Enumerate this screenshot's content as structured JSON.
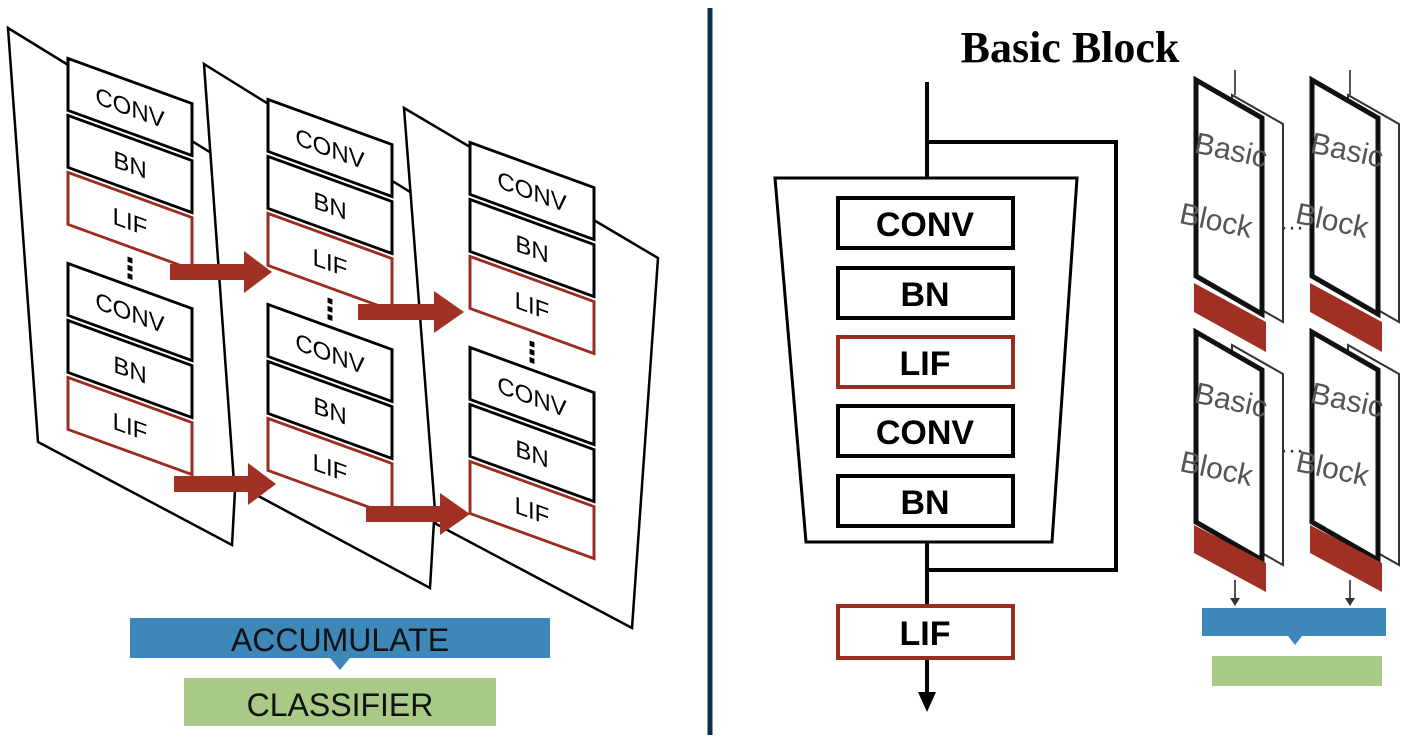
{
  "left_panel": {
    "frames": [
      {
        "layers": [
          "CONV",
          "BN",
          "LIF",
          "CONV",
          "BN",
          "LIF"
        ]
      },
      {
        "layers": [
          "CONV",
          "BN",
          "LIF",
          "CONV",
          "BN",
          "LIF"
        ]
      },
      {
        "layers": [
          "CONV",
          "BN",
          "LIF",
          "CONV",
          "BN",
          "LIF"
        ]
      }
    ],
    "ellipsis": "⋮",
    "accumulate_label": "ACCUMULATE",
    "classifier_label": "CLASSIFIER"
  },
  "right_panel": {
    "title": "Basic Block",
    "block_layers": [
      "CONV",
      "BN",
      "LIF",
      "CONV",
      "BN"
    ],
    "output_layer": "LIF",
    "mini_block_label_line1": "Basic",
    "mini_block_label_line2": "Block",
    "mini_ellipsis": "···"
  },
  "colors": {
    "lif_red": "#9b2d20",
    "arrow_red": "#a03024",
    "divider_navy": "#0e2f4a",
    "accumulate_blue": "#3d87b9",
    "classifier_green": "#a9c986",
    "frame_black": "#000000",
    "mini_gray": "#444444"
  }
}
